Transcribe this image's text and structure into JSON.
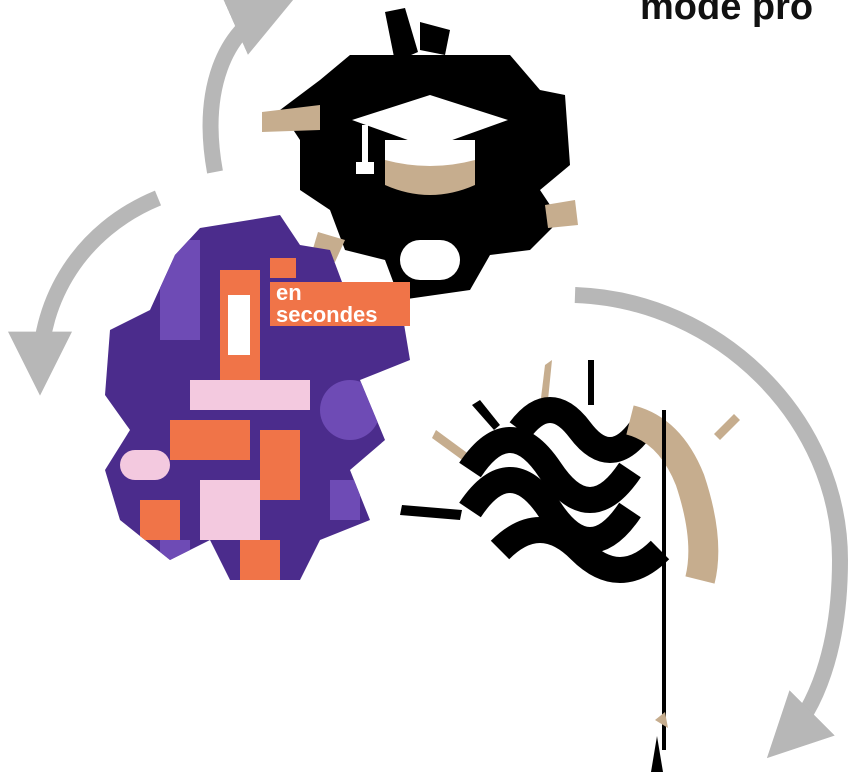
{
  "title": "mode pro",
  "colors": {
    "arrow": "#b7b7b7",
    "dark": "#000000",
    "tan": "#c6ad8e",
    "purple_bg": "#4b2c8c",
    "purple_light": "#6e4bb5",
    "orange": "#f07448",
    "pink_light": "#f3c9df"
  },
  "icons": {
    "gear_graduation": "graduation-cap-icon",
    "gear_illustration": "isometric-illustration",
    "brain_logo": "brain-logo-icon"
  },
  "illustration_text": {
    "line1": "en",
    "line2": "secondes"
  }
}
